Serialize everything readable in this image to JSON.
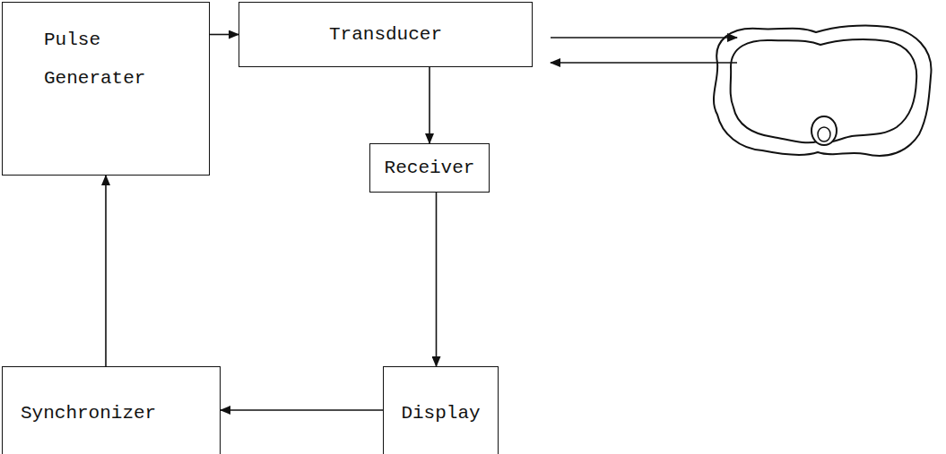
{
  "diagram": {
    "nodes": [
      {
        "text": [
          "Pulse Generater"
        ]
      },
      {
        "text": [
          "Transducer"
        ]
      },
      {
        "text": [
          "Receiver"
        ]
      },
      {
        "text": [
          "Display"
        ]
      },
      {
        "text": [
          "Synchronizer"
        ]
      }
    ],
    "edges": [
      {
        "from": 0,
        "to": 1,
        "arrow": "to"
      },
      {
        "from": 1,
        "to": 2,
        "arrow": "to"
      },
      {
        "from": 2,
        "to": 3,
        "arrow": "to"
      },
      {
        "from": 3,
        "to": 4,
        "arrow": "to"
      },
      {
        "from": 4,
        "to": 0,
        "arrow": "to"
      }
    ]
  }
}
